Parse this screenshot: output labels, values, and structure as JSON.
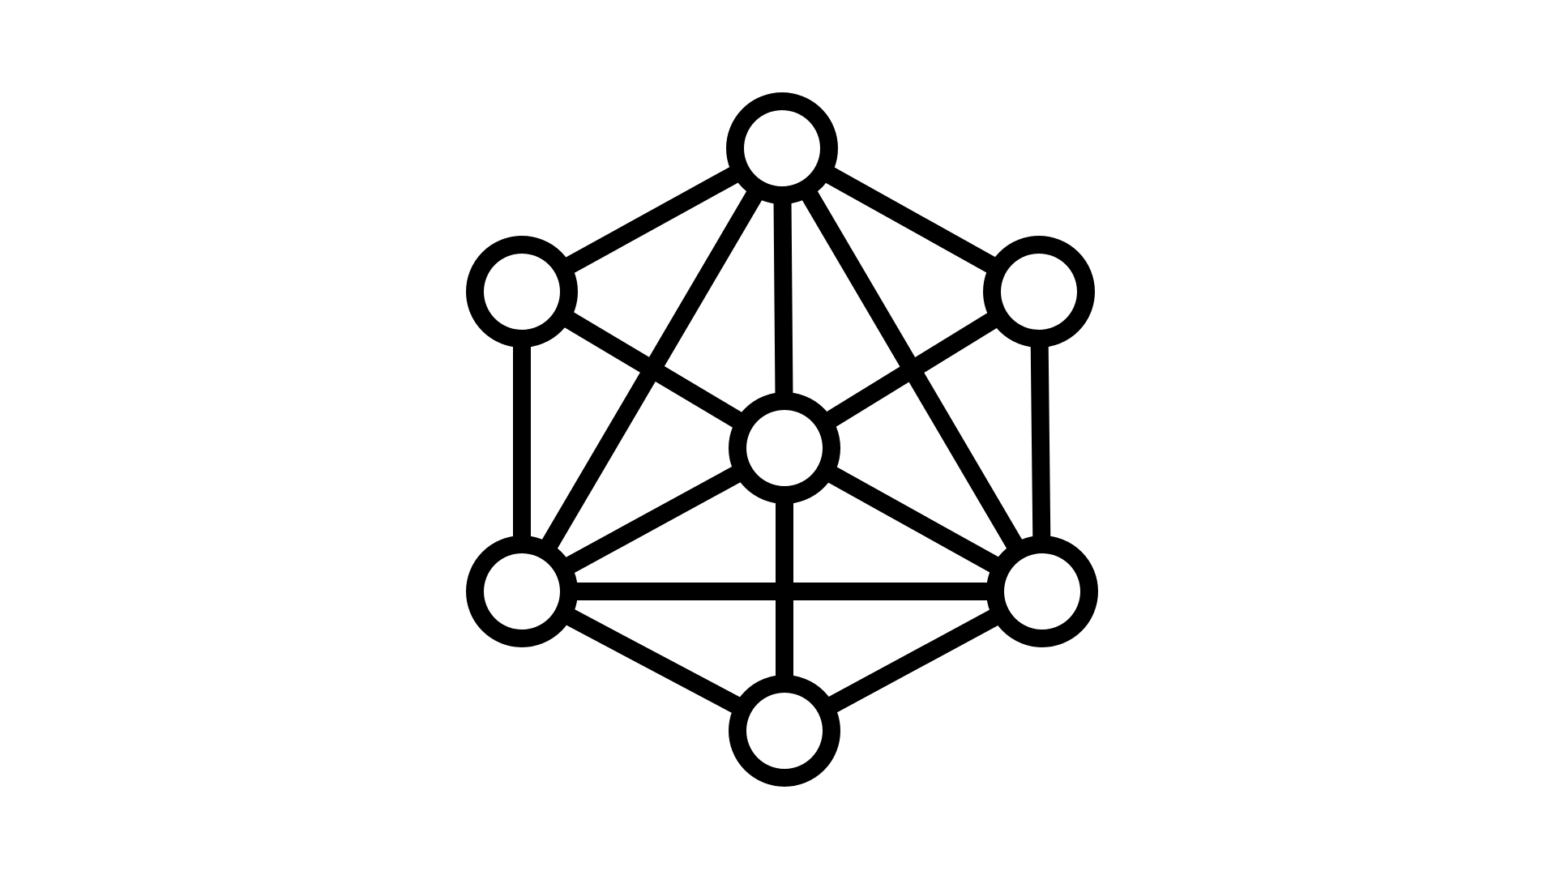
{
  "diagram": {
    "description_visible_text": "",
    "colors": {
      "stroke": "#000000",
      "node_fill": "#ffffff",
      "background": "#ffffff"
    },
    "nodes": [
      {
        "id": "top"
      },
      {
        "id": "upper-left"
      },
      {
        "id": "upper-right"
      },
      {
        "id": "center"
      },
      {
        "id": "lower-left"
      },
      {
        "id": "lower-right"
      },
      {
        "id": "bottom"
      }
    ],
    "edges": [
      {
        "from": "top",
        "to": "upper-left"
      },
      {
        "from": "top",
        "to": "upper-right"
      },
      {
        "from": "top",
        "to": "center"
      },
      {
        "from": "top",
        "to": "lower-left"
      },
      {
        "from": "top",
        "to": "lower-right"
      },
      {
        "from": "upper-left",
        "to": "center"
      },
      {
        "from": "upper-left",
        "to": "lower-left"
      },
      {
        "from": "upper-right",
        "to": "center"
      },
      {
        "from": "upper-right",
        "to": "lower-right"
      },
      {
        "from": "center",
        "to": "lower-left"
      },
      {
        "from": "center",
        "to": "lower-right"
      },
      {
        "from": "center",
        "to": "bottom"
      },
      {
        "from": "lower-left",
        "to": "lower-right"
      },
      {
        "from": "lower-left",
        "to": "bottom"
      },
      {
        "from": "lower-right",
        "to": "bottom"
      }
    ]
  }
}
